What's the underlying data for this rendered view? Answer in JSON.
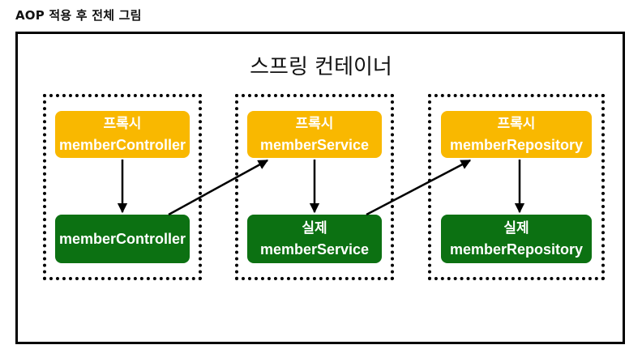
{
  "heading": "AOP 적용 후 전체 그림",
  "container": {
    "title": "스프링 컨테이너"
  },
  "groups": [
    {
      "proxy": {
        "label_kr": "프록시",
        "label_en": "memberController"
      },
      "real": {
        "label_kr": "",
        "label_en": "memberController"
      }
    },
    {
      "proxy": {
        "label_kr": "프록시",
        "label_en": "memberService"
      },
      "real": {
        "label_kr": "실제",
        "label_en": "memberService"
      }
    },
    {
      "proxy": {
        "label_kr": "프록시",
        "label_en": "memberRepository"
      },
      "real": {
        "label_kr": "실제",
        "label_en": "memberRepository"
      }
    }
  ],
  "colors": {
    "proxy": "#f9b800",
    "real": "#0c7112",
    "border": "#000000"
  }
}
